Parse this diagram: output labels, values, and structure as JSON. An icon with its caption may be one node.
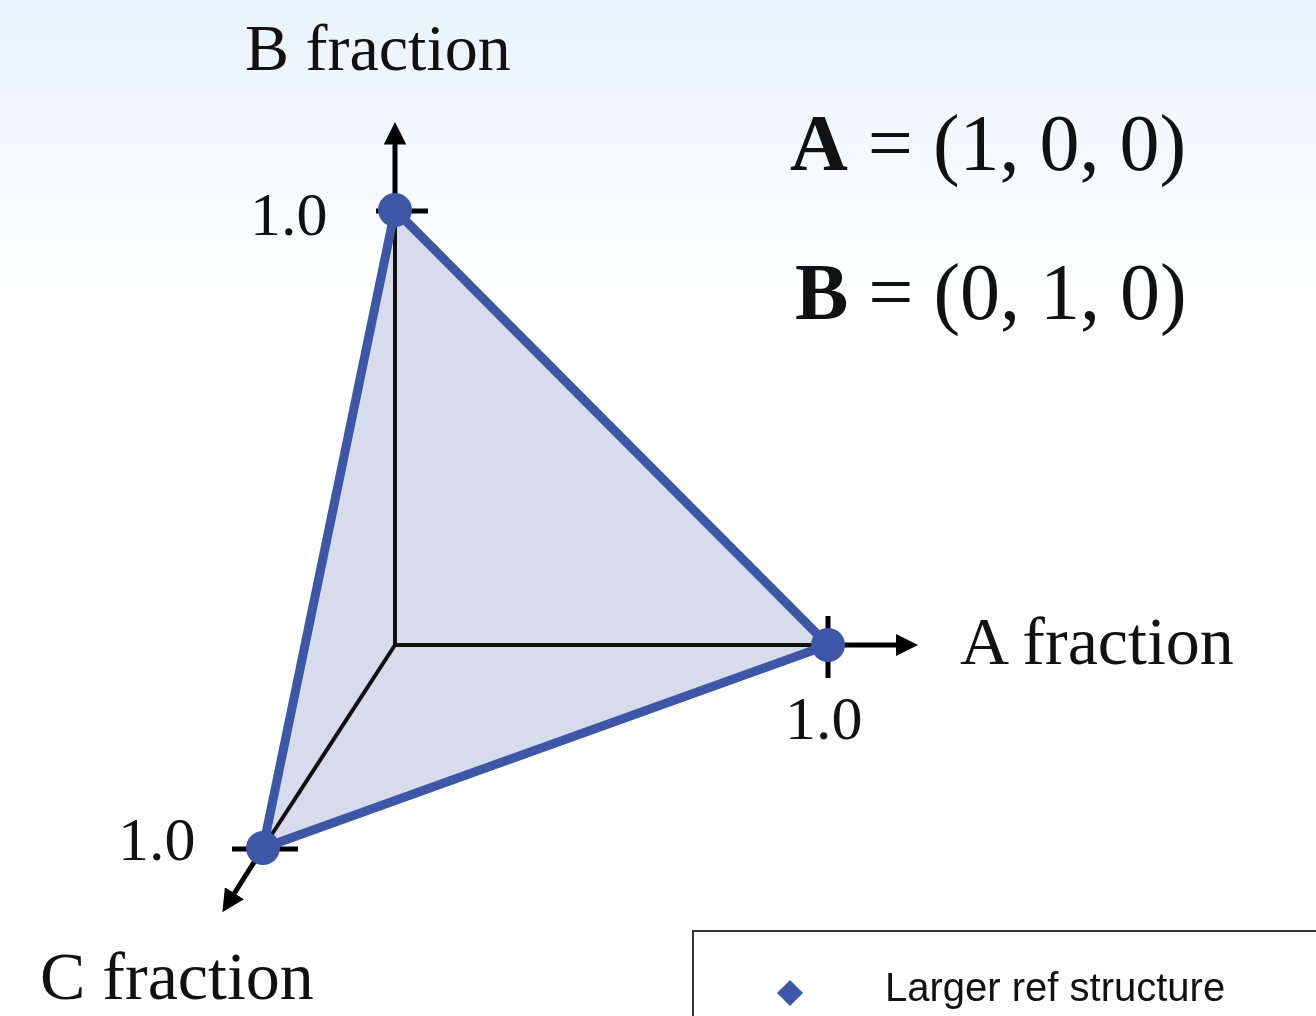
{
  "diagram": {
    "labels": [
      "B fraction",
      "**A** = (1, 0, 0)",
      "1.0",
      "**B** = (0, 1, 0)",
      "A fraction",
      "1.0",
      "1.0",
      "C fraction"
    ],
    "legend": [
      {
        "text": "Larger ref structure"
      }
    ]
  }
}
